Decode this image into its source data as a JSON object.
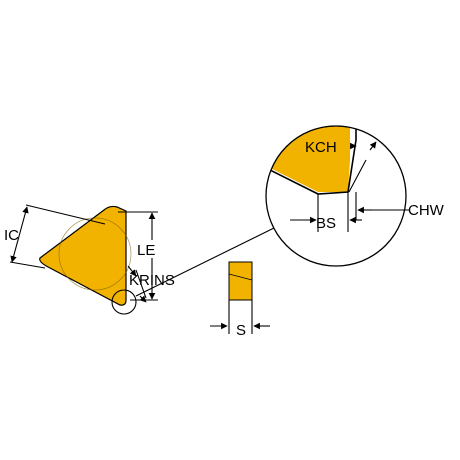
{
  "colors": {
    "insert_fill": "#f2b300",
    "line": "#000000",
    "background": "#ffffff"
  },
  "labels": {
    "ic": "IC",
    "le": "LE",
    "krins": "KRINS",
    "kch": "KCH",
    "bs": "BS",
    "chw": "CHW",
    "s": "S"
  }
}
